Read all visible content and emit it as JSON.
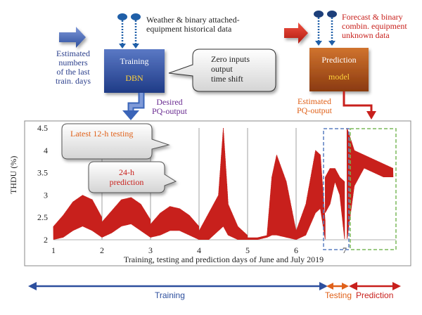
{
  "colors": {
    "blue_arrow": "#3a5fb0",
    "red_arrow": "#d62a1a",
    "training_box": "#2e4f9c",
    "prediction_box": "#b85518",
    "label_blue": "#2b3f8c",
    "label_purple": "#6a2c91",
    "label_orange": "#e0611a",
    "series": "#c8201c",
    "testing_box": "#5a7fc0",
    "prediction_dashed": "#7ab85a"
  },
  "top": {
    "inputs_label": "Weather & binary attached-\nequipment historical data",
    "estimated_label": "Estimated\nnumbers\nof the last\ntrain. days",
    "training_box_title": "Training",
    "training_box_subtitle": "DBN",
    "callout_zero": "Zero inputs\noutput\ntime shift",
    "desired_label": "Desired\nPQ-output",
    "forecast_label": "Forecast & binary\ncombin. equipment\nunknown data",
    "prediction_box_title": "Prediction",
    "prediction_box_subtitle": "model",
    "estimated_pq_label": "Estimated\nPQ-output"
  },
  "chart_data": {
    "type": "line",
    "title": "",
    "xlabel": "Training, testing and prediction days of June and July 2019",
    "ylabel": "THDU (%)",
    "xlim": [
      1,
      7.2
    ],
    "ylim": [
      2,
      4.5
    ],
    "x_ticks": [
      "1",
      "2",
      "3",
      "4",
      "5",
      "6",
      "7"
    ],
    "y_ticks": [
      "2",
      "2.5",
      "3",
      "3.5",
      "4",
      "4.5"
    ],
    "grid_vertical_at": [
      2,
      3,
      4,
      5,
      6
    ],
    "annotations": {
      "testing_callout": "Latest 12-h testing",
      "prediction_callout": "24-h\nprediction"
    },
    "segments": [
      {
        "name": "day1",
        "x": [
          1.0,
          1.2,
          1.4,
          1.6,
          1.8,
          2.0
        ],
        "min": [
          2.0,
          2.05,
          2.2,
          2.3,
          2.2,
          2.05
        ],
        "max": [
          2.3,
          2.55,
          2.85,
          3.0,
          2.9,
          2.5
        ]
      },
      {
        "name": "day2",
        "x": [
          2.0,
          2.2,
          2.4,
          2.6,
          2.8,
          3.0
        ],
        "min": [
          2.05,
          2.15,
          2.3,
          2.35,
          2.2,
          2.05
        ],
        "max": [
          2.4,
          2.65,
          2.9,
          2.95,
          2.8,
          2.45
        ]
      },
      {
        "name": "day3",
        "x": [
          3.0,
          3.2,
          3.4,
          3.6,
          3.8,
          4.0
        ],
        "min": [
          2.05,
          2.1,
          2.2,
          2.2,
          2.1,
          2.0
        ],
        "max": [
          2.35,
          2.6,
          2.75,
          2.7,
          2.55,
          2.3
        ]
      },
      {
        "name": "day4",
        "x": [
          4.0,
          4.2,
          4.4,
          4.5,
          4.6,
          4.8,
          5.0
        ],
        "min": [
          2.0,
          2.0,
          2.2,
          2.3,
          2.1,
          2.0,
          2.0
        ],
        "max": [
          2.2,
          2.6,
          3.0,
          4.5,
          2.8,
          2.3,
          2.1
        ]
      },
      {
        "name": "day5",
        "x": [
          5.0,
          5.2,
          5.4,
          5.5,
          5.6,
          5.8,
          6.0
        ],
        "min": [
          2.0,
          2.0,
          2.05,
          2.1,
          2.1,
          2.05,
          2.0
        ],
        "max": [
          2.05,
          2.05,
          2.1,
          3.4,
          3.9,
          3.3,
          2.2
        ]
      },
      {
        "name": "day6",
        "x": [
          6.0,
          6.2,
          6.4,
          6.5,
          6.6
        ],
        "min": [
          2.0,
          2.1,
          2.6,
          2.7,
          2.0
        ],
        "max": [
          2.2,
          2.8,
          4.0,
          3.9,
          2.4
        ]
      },
      {
        "name": "testing",
        "x": [
          6.6,
          6.7,
          6.8,
          6.9,
          7.0
        ],
        "min": [
          2.6,
          2.8,
          3.3,
          3.0,
          2.0
        ],
        "max": [
          3.4,
          3.6,
          3.6,
          3.4,
          3.3
        ]
      },
      {
        "name": "prediction",
        "x": [
          7.05,
          7.2,
          7.4,
          7.6,
          7.8,
          8.0
        ],
        "min": [
          2.0,
          3.2,
          3.6,
          3.5,
          3.4,
          3.4
        ],
        "max": [
          4.5,
          4.0,
          3.9,
          3.8,
          3.7,
          3.6
        ]
      }
    ]
  },
  "timeline": {
    "training_label": "Training",
    "testing_label": "Testing",
    "prediction_label": "Prediction"
  }
}
